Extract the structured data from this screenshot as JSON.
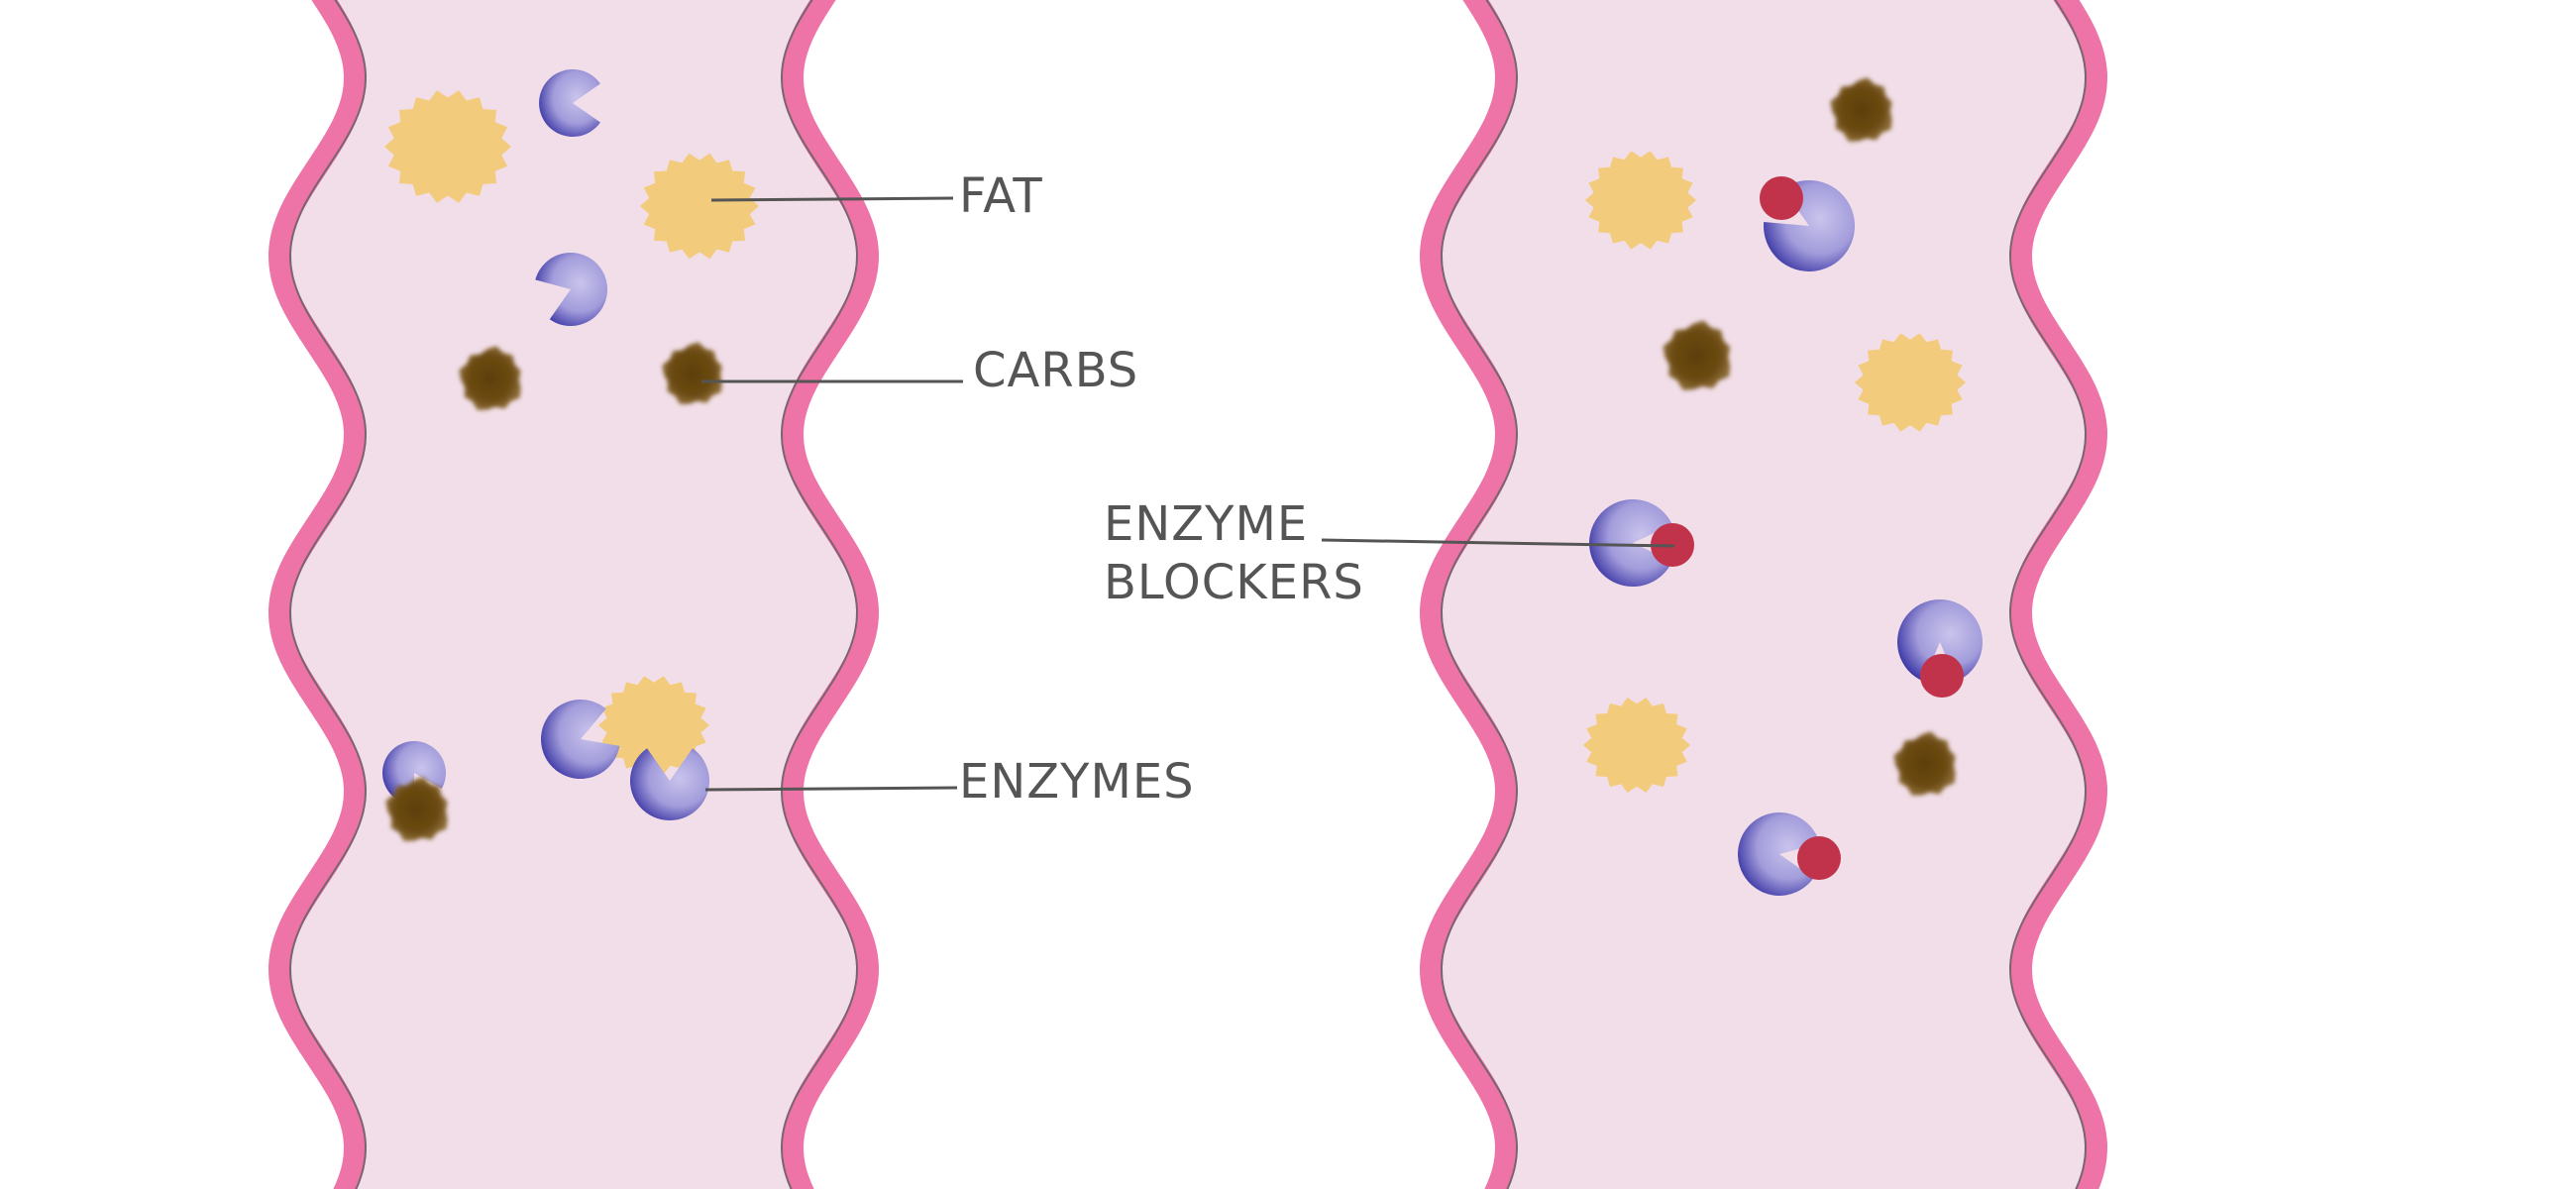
{
  "labels": {
    "fat": "FAT",
    "carbs": "CARBS",
    "enzyme_blockers_line1": "ENZYME",
    "enzyme_blockers_line2": "BLOCKERS",
    "enzymes": "ENZYMES"
  },
  "icons": {
    "fat": "fat-particle-icon",
    "carb": "carb-particle-icon",
    "enzyme": "enzyme-icon",
    "blocker": "enzyme-blocker-icon"
  },
  "colors": {
    "wall": "#ee73a6",
    "lumen": "#f1dee8",
    "fat": "#f3cb7c",
    "carb": "#6b4a12",
    "enzyme_light": "#b3aee0",
    "enzyme_dark": "#2f2a9e",
    "blocker": "#c0334a",
    "text": "#555555"
  }
}
